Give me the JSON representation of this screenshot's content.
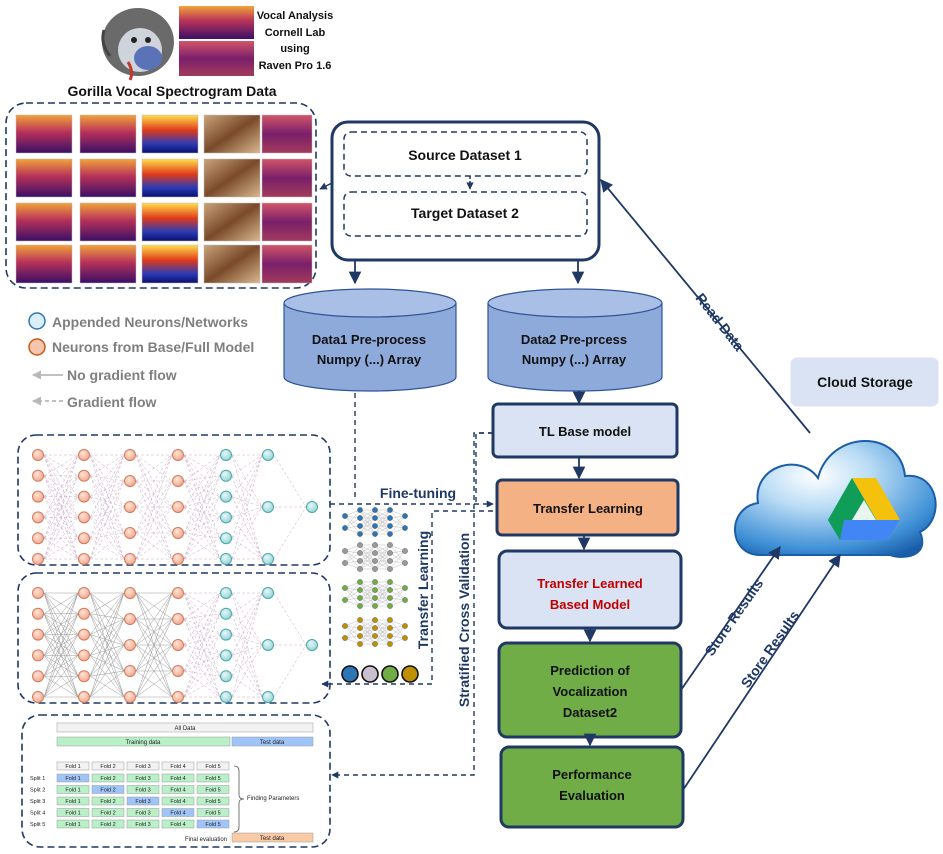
{
  "header": {
    "raven_lines": [
      "Vocal Analysis",
      "Cornell Lab",
      "using",
      "Raven Pro 1.6"
    ],
    "spectrogram_title": "Gorilla Vocal Spectrogram Data"
  },
  "datasets": {
    "source": "Source Dataset 1",
    "target": "Target Dataset 2"
  },
  "cylinders": {
    "data1": [
      "Data1 Pre-process",
      "Numpy (...) Array"
    ],
    "data2": [
      "Data2 Pre-prcess",
      "Numpy (...) Array"
    ]
  },
  "legend": {
    "appended": "Appended Neurons/Networks",
    "base": "Neurons from Base/Full Model",
    "no_gradient": "No gradient flow",
    "gradient": "Gradient flow"
  },
  "pipeline": {
    "tl_base": "TL Base model",
    "transfer_learning": "Transfer Learning",
    "tl_based_model": [
      "Transfer Learned",
      "Based Model"
    ],
    "prediction": [
      "Prediction of",
      "Vocalization",
      "Dataset2"
    ],
    "performance": [
      "Performance",
      "Evaluation"
    ]
  },
  "labels": {
    "fine_tuning": "Fine-tuning",
    "transfer_learning_vertical": "Transfer Learning",
    "stratified_cv": "Stratified Cross Validation",
    "read_data": "Read Data",
    "store_results": "Store Results",
    "cloud_storage": "Cloud Storage"
  },
  "cv_table": {
    "all_data": "All Data",
    "training_data": "Training data",
    "test_data": "Test data",
    "folds": [
      "Fold 1",
      "Fold 2",
      "Fold 3",
      "Fold 4",
      "Fold 5"
    ],
    "splits": [
      "Split 1",
      "Split 2",
      "Split 3",
      "Split 4",
      "Split 5"
    ],
    "finding_parameters": "Finding Parameters",
    "final_evaluation": "Final evaluation",
    "final_test_data": "Test data"
  },
  "colors": {
    "navy": "#1f3864",
    "cylinder": "#8eaadb",
    "tl_orange": "#f4b183",
    "tl_box": "#dae3f3",
    "green": "#70ad47",
    "dark_red": "#c00000",
    "appended": "#b4e4e4",
    "base": "#f7c4b0",
    "palette": [
      "#2e75b6",
      "#c9bfcf",
      "#70ad47",
      "#bf9000"
    ]
  }
}
